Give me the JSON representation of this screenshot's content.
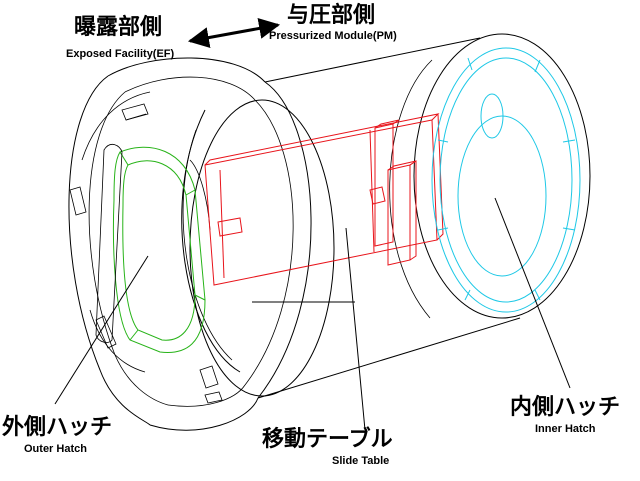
{
  "labels": {
    "ef_jp": "曝露部側",
    "ef_en": "Exposed Facility(EF)",
    "pm_jp": "与圧部側",
    "pm_en": "Pressurized Module(PM)",
    "outer_jp": "外側ハッチ",
    "outer_en": "Outer Hatch",
    "slide_jp": "移動テーブル",
    "slide_en": "Slide Table",
    "inner_jp": "内側ハッチ",
    "inner_en": "Inner Hatch"
  },
  "colors": {
    "outline": "#000000",
    "slide_table": "#e8141b",
    "outer_hatch": "#27b318",
    "inner_hatch": "#1ec8e6"
  }
}
